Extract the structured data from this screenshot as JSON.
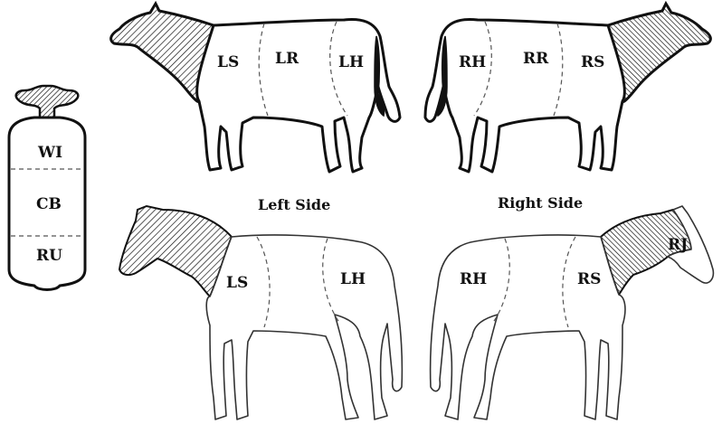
{
  "side_labels": {
    "left": "Left Side",
    "right": "Right Side"
  },
  "stomach": {
    "regions": [
      "WI",
      "CB",
      "RU"
    ]
  },
  "cow_left": {
    "regions": [
      "LS",
      "LR",
      "LH"
    ]
  },
  "cow_right": {
    "regions": [
      "RH",
      "RR",
      "RS"
    ]
  },
  "horse_left": {
    "regions": [
      "LS",
      "LH"
    ]
  },
  "horse_right": {
    "regions": [
      "RH",
      "RS",
      "RJ"
    ]
  },
  "colors": {
    "line": "#111111",
    "background": "#ffffff"
  }
}
